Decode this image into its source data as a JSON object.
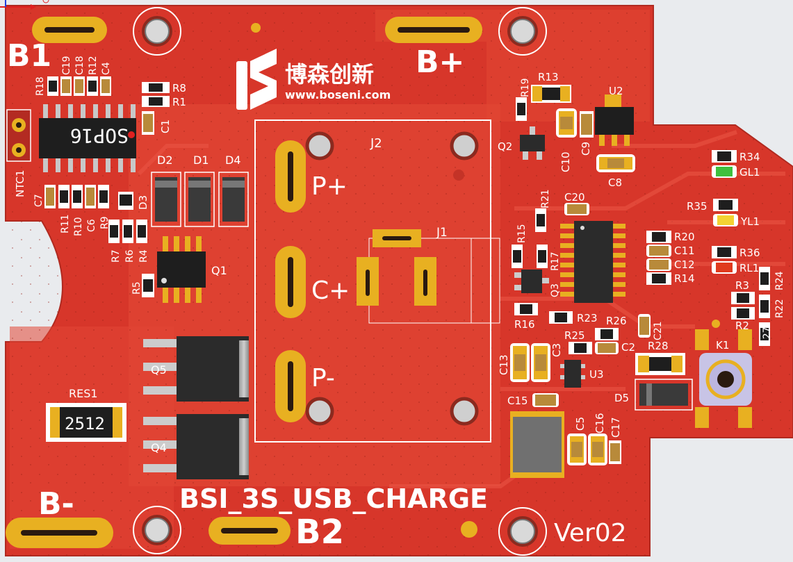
{
  "board": {
    "title": "BSI_3S_USB_CHARGE",
    "version": "Ver02",
    "brand_cn": "博森创新",
    "brand_url": "www.boseni.com"
  },
  "pads": {
    "b1": "B1",
    "b_plus": "B+",
    "b_minus": "B-",
    "b2": "B2",
    "p_plus": "P+",
    "c_plus": "C+",
    "p_minus": "P-"
  },
  "parts": {
    "sop16": "SOP16",
    "res1_value": "2512",
    "r18": "R18",
    "c19": "C19",
    "c18": "C18",
    "r12": "R12",
    "c4": "C4",
    "r8": "R8",
    "r1": "R1",
    "c1": "C1",
    "ntc1": "NTC1",
    "c7": "C7",
    "r11": "R11",
    "r10": "R10",
    "c6": "C6",
    "r9": "R9",
    "d2": "D2",
    "d1": "D1",
    "d4": "D4",
    "d3": "D3",
    "r7": "R7",
    "r6": "R6",
    "r4": "R4",
    "r5": "R5",
    "q1": "Q1",
    "q5": "Q5",
    "q4": "Q4",
    "res1": "RES1",
    "j2": "J2",
    "j1": "J1",
    "r19": "R19",
    "r13": "R13",
    "u2": "U2",
    "q2": "Q2",
    "c10": "C10",
    "c9": "C9",
    "c8": "C8",
    "r21": "R21",
    "c20": "C20",
    "r15": "R15",
    "r17": "R17",
    "q3": "Q3",
    "r16": "R16",
    "r23": "R23",
    "r26": "R26",
    "c21": "C21",
    "r25": "R25",
    "c2": "C2",
    "c13": "C13",
    "c3": "C3",
    "u3": "U3",
    "c15": "C15",
    "c5": "C5",
    "c16": "C16",
    "c17": "C17",
    "r20": "R20",
    "c11": "C11",
    "c12": "C12",
    "r14": "R14",
    "r34": "R34",
    "gl1": "GL1",
    "r35": "R35",
    "yl1": "YL1",
    "r36": "R36",
    "rl1": "RL1",
    "r3": "R3",
    "r2": "R2",
    "r24": "R24",
    "r22": "R22",
    "r27": "R27",
    "r28": "R28",
    "d5": "D5",
    "k1": "K1"
  },
  "colors": {
    "board": "#d7362a",
    "copper_pour": "#e14634",
    "pad_gold": "#e8b021",
    "silkscreen": "#ffffff",
    "chip_body": "#2b2b2b",
    "background": "#e9ebee",
    "led_green": "#3fbf3f",
    "led_yellow": "#f3d233",
    "led_red": "#e03a1e",
    "switch_lavender": "#c8c4e6"
  },
  "icons": {
    "brand_logo": "boseni-s-logo",
    "origin_marker": "axis-origin-icon"
  }
}
